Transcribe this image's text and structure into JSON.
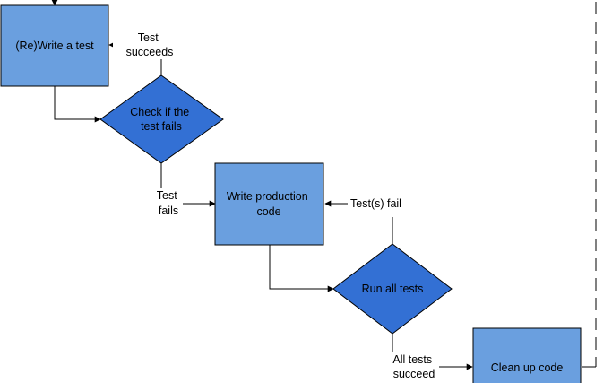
{
  "colors": {
    "process_fill": "#6a9fdf",
    "decision_fill": "#3370d4",
    "stroke": "#000000",
    "background": "#ffffff"
  },
  "nodes": {
    "write_test": {
      "text": [
        "(Re)Write a test"
      ]
    },
    "check_fails": {
      "text": [
        "Check if the",
        "test fails"
      ]
    },
    "write_code": {
      "text": [
        "Write production",
        "code"
      ]
    },
    "run_tests": {
      "text": [
        "Run all tests"
      ]
    },
    "clean_up": {
      "text": [
        "Clean up code"
      ]
    }
  },
  "edges": {
    "test_succeeds": [
      "Test",
      "succeeds"
    ],
    "test_fails": [
      "Test",
      "fails"
    ],
    "tests_fail": [
      "Test(s) fail"
    ],
    "all_succeed": [
      "All tests",
      "succeed"
    ]
  }
}
